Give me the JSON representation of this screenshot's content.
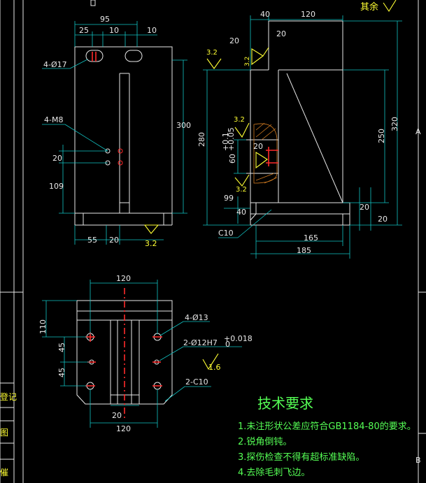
{
  "title_block": {
    "corner_label": "其余",
    "zone_a": "A",
    "zone_b": "B"
  },
  "left_labels": [
    "登记",
    "图",
    "催"
  ],
  "front_view": {
    "dims": {
      "d95": "95",
      "d25": "25",
      "d10a": "10",
      "d10b": "10",
      "d300": "300",
      "d20": "20",
      "d109": "109",
      "d55": "55",
      "d20b": "20"
    },
    "holes_label": "4-Ø17",
    "thread_label": "4-M8",
    "roughness": "3.2"
  },
  "side_view": {
    "dims": {
      "d40": "40",
      "d120": "120",
      "d20a": "20",
      "d20b": "20",
      "d280": "280",
      "d320": "320",
      "d250": "250",
      "d20c": "20",
      "d60": "60",
      "tol_plus": "+0.1",
      "tol_minus": "+0.05",
      "d99": "99",
      "d40b": "40",
      "d20d": "20",
      "d20e": "20",
      "d165": "165",
      "d185": "185"
    },
    "chamfer": "C10",
    "roughness": [
      "3.2",
      "3.2",
      "3.2",
      "3.2"
    ]
  },
  "top_view": {
    "dims": {
      "d120a": "120",
      "d110": "110",
      "d45a": "45",
      "d45b": "45",
      "d20": "20",
      "d120b": "120"
    },
    "holes_label": "4-Ø13",
    "pin_label": "2-Ø12H7",
    "pin_tol_upper": "+0.018",
    "pin_tol_lower": "0",
    "chamfer": "2-C10",
    "roughness": "1.6"
  },
  "tech_requirements": {
    "heading": "技术要求",
    "items": [
      "1.未注形状公差应符合GB1184-80的要求。",
      "2.锐角倒钝。",
      "3.探伤检查不得有超标准缺陷。",
      "4.去除毛刺飞边。"
    ]
  },
  "colors": {
    "line": "#e8e8e8",
    "dimension": "#12c3c3",
    "roughness": "#ffff33",
    "note": "#55ff55",
    "center": "#ff2a2a"
  }
}
